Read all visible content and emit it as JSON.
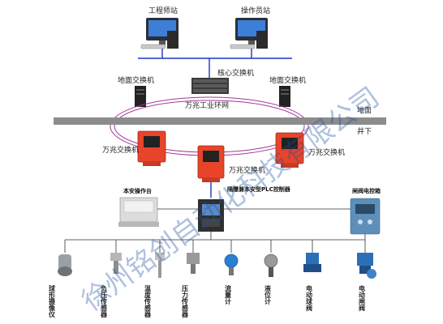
{
  "stations": {
    "engineer": "工程师站",
    "operator": "操作员站"
  },
  "network": {
    "core_switch": "核心交换机",
    "surface_switch": "地面交换机",
    "ring": "万兆工业环网",
    "ground": "地面",
    "underground": "井下",
    "switch": "万兆交换机"
  },
  "controllers": {
    "console": "本安操作台",
    "plc": "隔爆兼本安型PLC控制器",
    "valve_box": "闸阀电控箱"
  },
  "devices": [
    "球形摄像仪",
    "负压传感器",
    "温度传感器",
    "压力传感器",
    "流量计",
    "液位计",
    "电动球阀",
    "电动闸阀"
  ],
  "watermark": "徐州铭创自动化科技有限公司"
}
